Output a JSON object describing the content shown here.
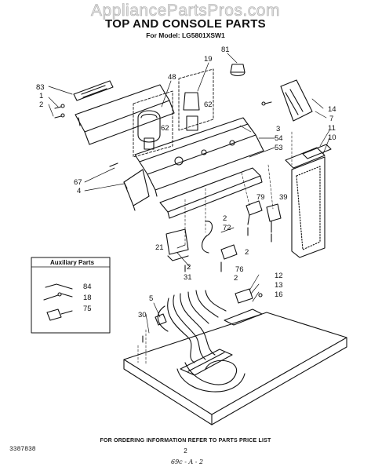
{
  "header": {
    "watermark": "AppliancePartsPros.com",
    "title": "TOP AND CONSOLE PARTS",
    "model": "For Model: LG5801XSW1"
  },
  "auxiliary": {
    "title": "Auxiliary Parts",
    "parts": [
      "84",
      "18",
      "75"
    ]
  },
  "callouts": {
    "c83": "83",
    "c1": "1",
    "c2a": "2",
    "c48": "48",
    "c19": "19",
    "c81": "81",
    "c62a": "62",
    "c62b": "62",
    "c14": "14",
    "c7": "7",
    "c11": "11",
    "c10": "10",
    "c3": "3",
    "c54": "54",
    "c53": "53",
    "c67": "67",
    "c4": "4",
    "c79": "79",
    "c39": "39",
    "c2b": "2",
    "c72": "72",
    "c21": "21",
    "c2c": "2",
    "c2d": "2",
    "c31": "31",
    "c76": "76",
    "c2e": "2",
    "c12": "12",
    "c13": "13",
    "c16": "16",
    "c5": "5",
    "c30": "30"
  },
  "footer": {
    "note": "FOR ORDERING INFORMATION REFER TO PARTS PRICE LIST",
    "doc_number": "3387838",
    "page": "2",
    "revision": "69c - A - 2"
  }
}
